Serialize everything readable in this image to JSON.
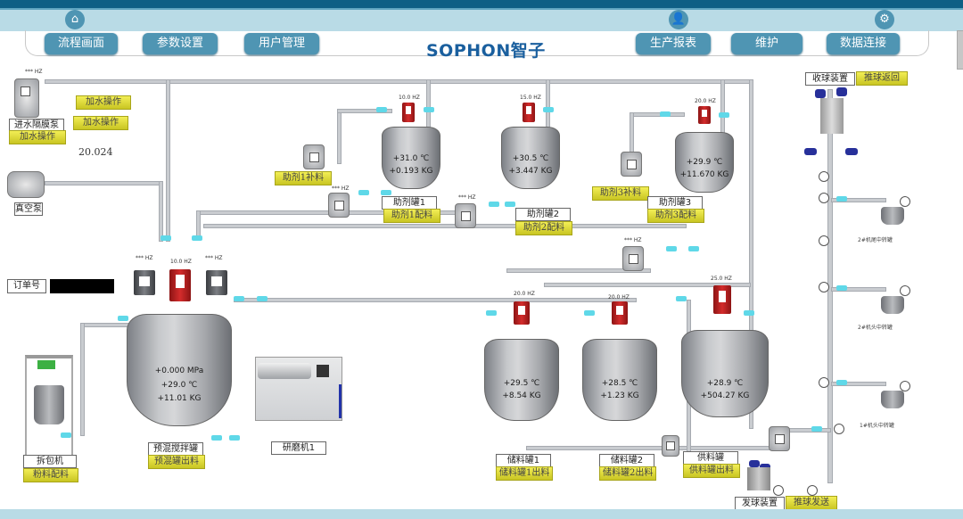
{
  "header": {
    "logo_text": "SOPHON",
    "logo_cn": "智子",
    "nav_left": [
      {
        "label": "流程画面",
        "icon": "home-icon"
      },
      {
        "label": "参数设置"
      },
      {
        "label": "用户管理"
      }
    ],
    "nav_right": [
      {
        "label": "生产报表",
        "icon": "user-icon"
      },
      {
        "label": "维护"
      },
      {
        "label": "数据连接",
        "icon": "gear-icon"
      }
    ]
  },
  "left_panel": {
    "pump_hz": "*** HZ",
    "inlet_pump_label": "进水隔膜泵",
    "water_btns": [
      "加水操作",
      "加水操作",
      "加水操作"
    ],
    "reading": "20.024",
    "vacuum_label": "真空泵",
    "order_label": "订单号",
    "unpack_label": "拆包机",
    "unpack_btn": "粉料配料"
  },
  "premix": {
    "hz_left": "*** HZ",
    "hz_center": "10.0 HZ",
    "hz_right": "*** HZ",
    "pressure": "+0.000 MPa",
    "temp": "+29.0 ℃",
    "weight": "+11.01 KG",
    "label": "预混搅拌罐",
    "btn": "预混罐出料"
  },
  "grinder": {
    "label": "研磨机1"
  },
  "additive_tanks": [
    {
      "hz": "10.0 HZ",
      "temp": "+31.0 ℃",
      "weight": "+0.193 KG",
      "label": "助剂罐1",
      "btn": "助剂1配料",
      "refill": "助剂1补料",
      "pump_hz": "*** HZ"
    },
    {
      "hz": "15.0 HZ",
      "temp": "+30.5 ℃",
      "weight": "+3.447 KG",
      "label": "助剂罐2",
      "btn": "助剂2配料",
      "pump_hz": "*** HZ"
    },
    {
      "hz": "20.0 HZ",
      "temp": "+29.9 ℃",
      "weight": "+11.670 KG",
      "label": "助剂罐3",
      "btn": "助剂3配料",
      "refill": "助剂3补料"
    }
  ],
  "mid_pump_hz": "*** HZ",
  "storage_tanks": [
    {
      "hz": "20.0 HZ",
      "temp": "+29.5 ℃",
      "weight": "+8.54 KG",
      "label": "储料罐1",
      "btn": "储料罐1出料"
    },
    {
      "hz": "20.0 HZ",
      "temp": "+28.5 ℃",
      "weight": "+1.23 KG",
      "label": "储料罐2",
      "btn": "储料罐2出料"
    },
    {
      "hz": "25.0 HZ",
      "temp": "+28.9 ℃",
      "weight": "+504.27 KG",
      "label": "供料罐",
      "btn": "供料罐出料"
    }
  ],
  "pig_system": {
    "receiver_label": "收球装置",
    "receiver_btn": "推球返回",
    "launcher_label": "发球装置",
    "launcher_btn": "推球发送",
    "transfer_tanks": [
      "2#机尾中转罐",
      "2#机头中转罐",
      "1#机头中转罐"
    ]
  }
}
